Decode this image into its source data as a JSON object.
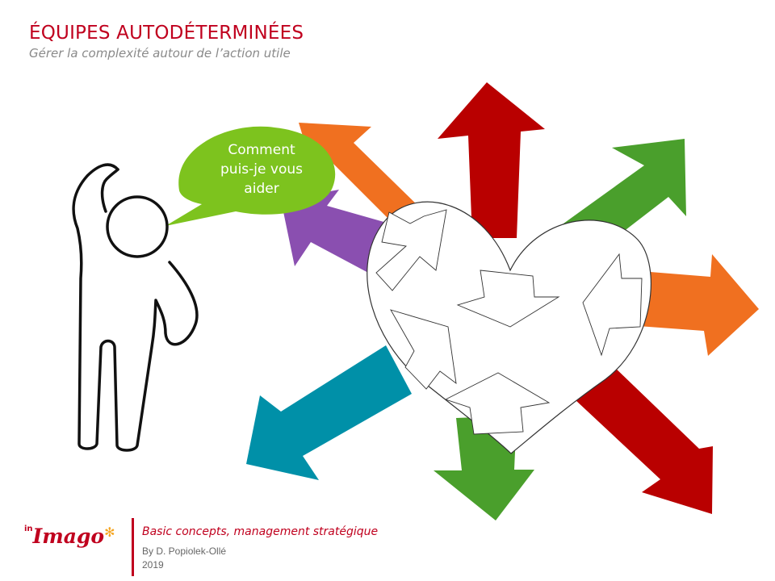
{
  "header": {
    "title": "ÉQUIPES AUTODÉTERMINÉES",
    "subtitle": "Gérer la complexité autour de l’action utile"
  },
  "speech_bubble": {
    "lines": [
      "Comment",
      "puis-je vous",
      "aider"
    ],
    "color": "#7dc31e"
  },
  "arrow_colors": {
    "red": "#b90000",
    "green": "#4a9f2c",
    "orange": "#f07020",
    "purple": "#8a4fb0",
    "teal": "#0090a8"
  },
  "footer": {
    "logo_prefix": "in",
    "logo_name": "Imago",
    "title": "Basic  concepts,  management  stratégique",
    "author": "By  D. Popiolek-Ollé",
    "year": "2019"
  }
}
